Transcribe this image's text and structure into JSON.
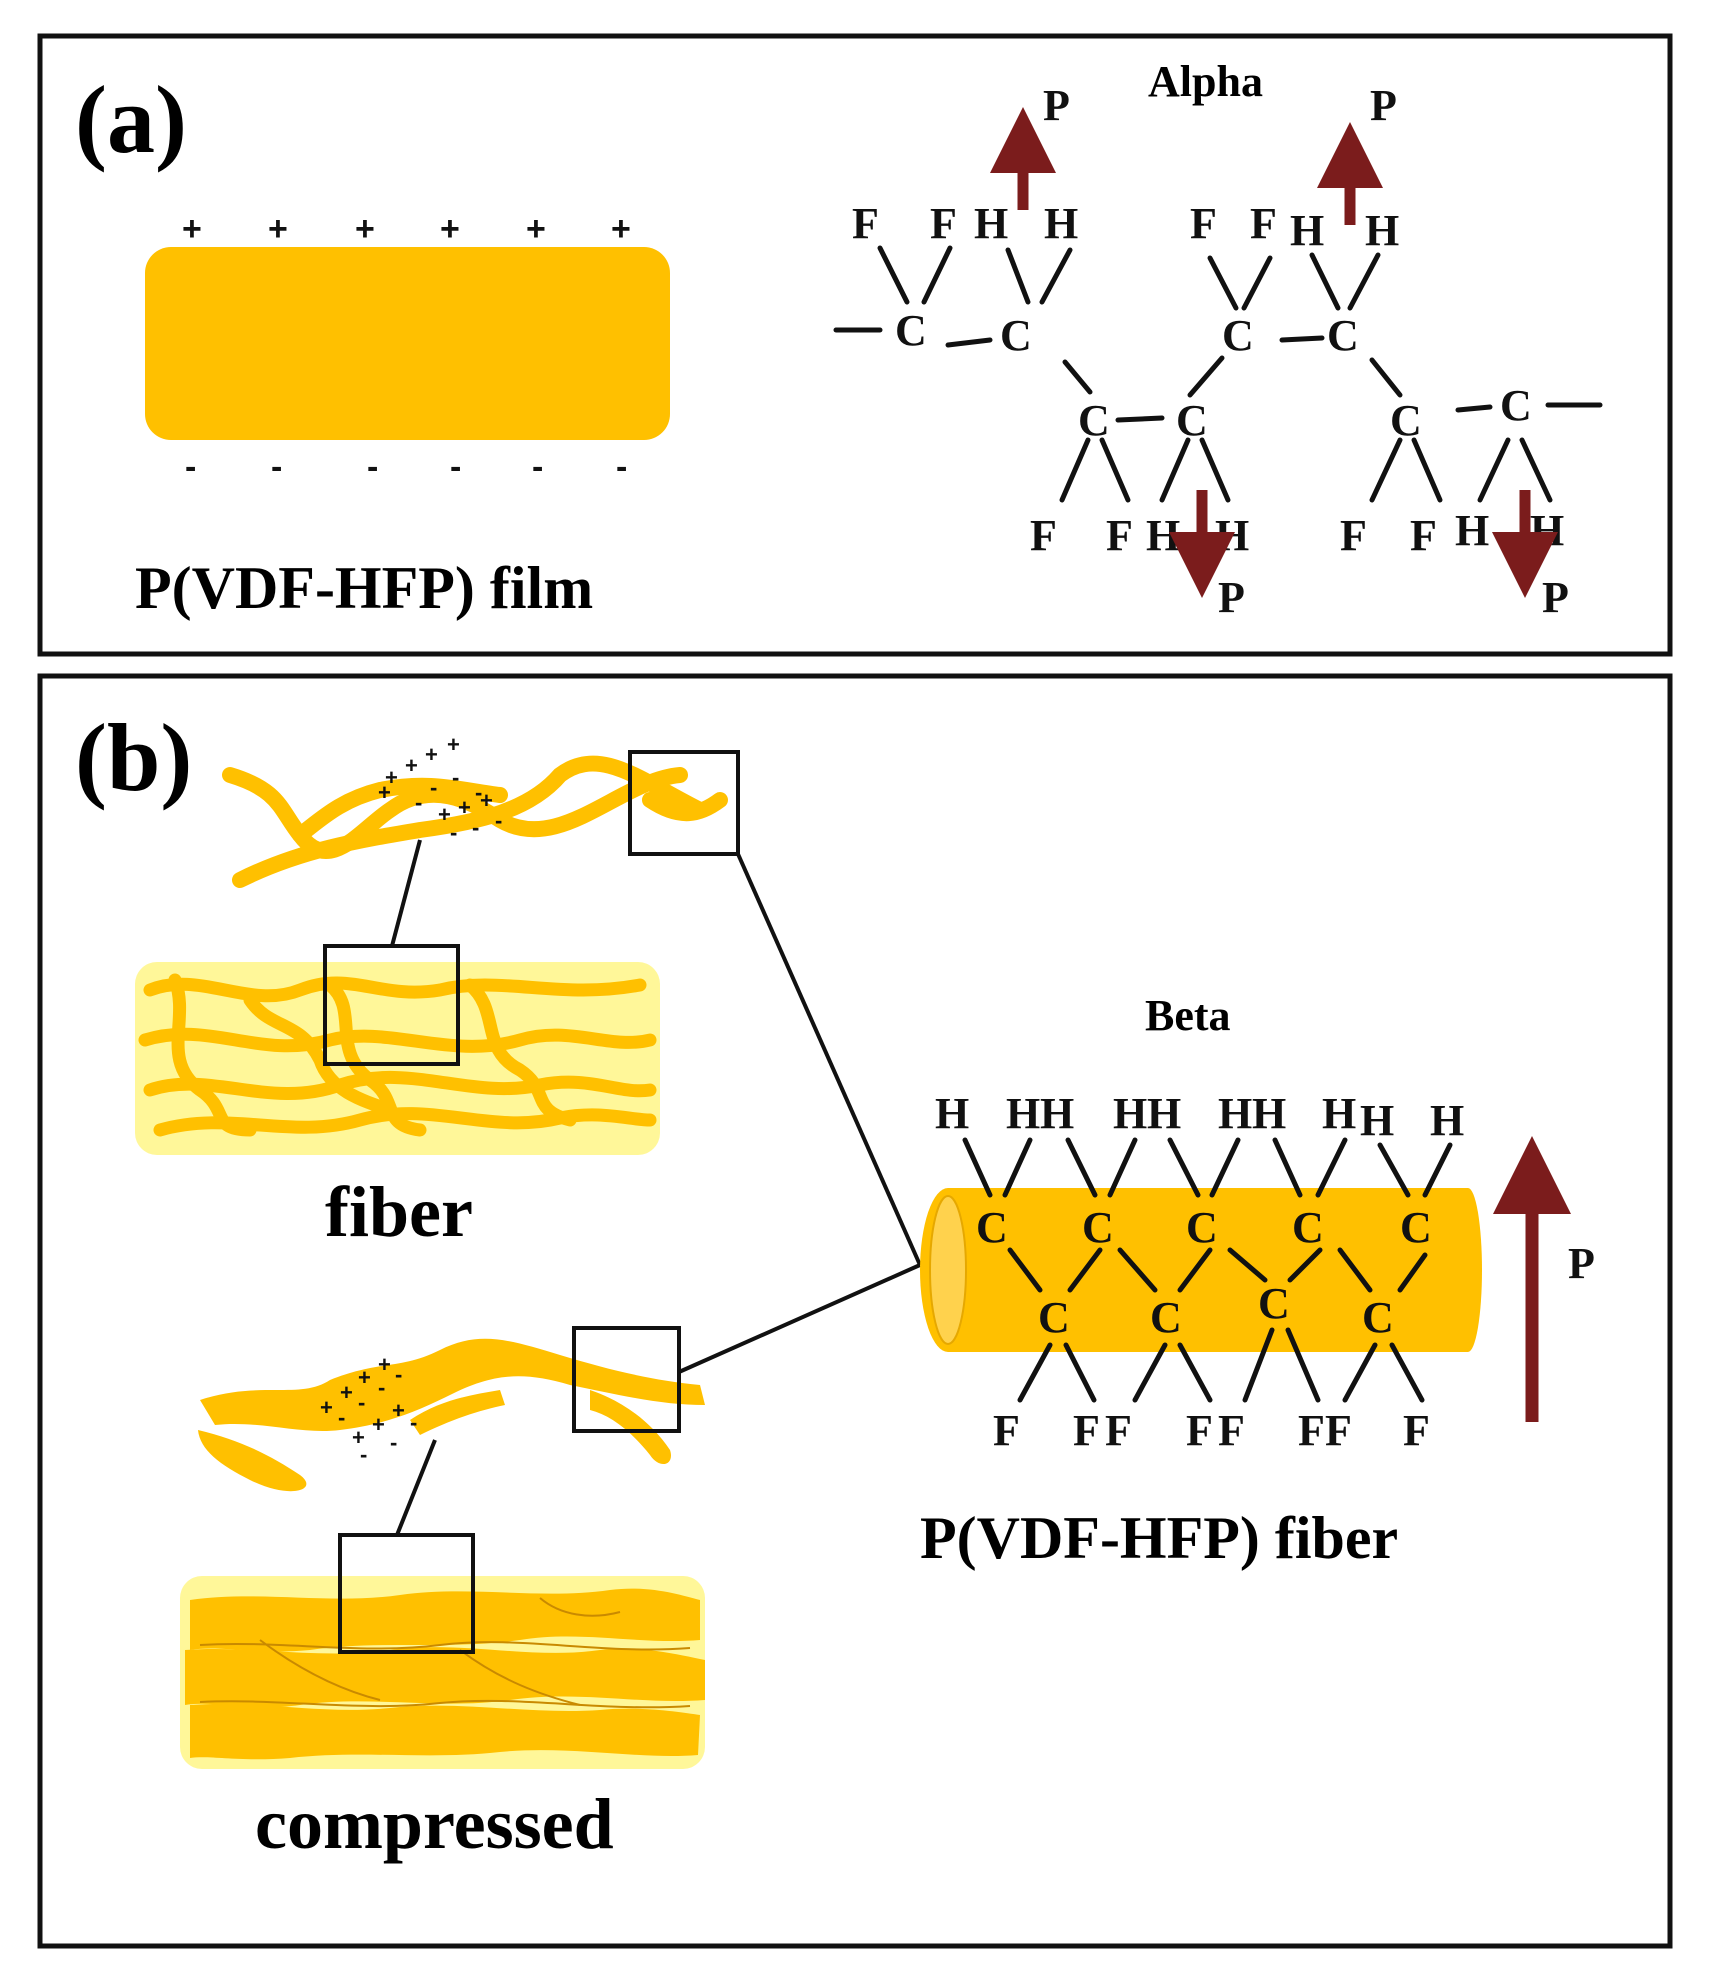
{
  "panel_a": {
    "label": "(a)",
    "film_caption": "P(VDF-HFP) film",
    "film_top_sign": "+",
    "film_bottom_sign": "-",
    "phase_title": "Alpha",
    "polarization_label": "P",
    "atoms": {
      "carbon": "C",
      "fluorine": "F",
      "hydrogen": "H"
    }
  },
  "panel_b": {
    "label": "(b)",
    "fiber_caption": "fiber",
    "compressed_caption": "compressed",
    "phase_title": "Beta",
    "polarization_label": "P",
    "fiber_model_caption": "P(VDF-HFP) fiber",
    "positive_sign": "+",
    "negative_sign": "-",
    "atoms": {
      "carbon": "C",
      "fluorine": "F",
      "hydrogen": "H"
    }
  },
  "colors": {
    "fiber": "#FFC000",
    "fiber_highlight": "#FFF799",
    "arrow": "#7B1C1C",
    "frame": "#111111"
  }
}
